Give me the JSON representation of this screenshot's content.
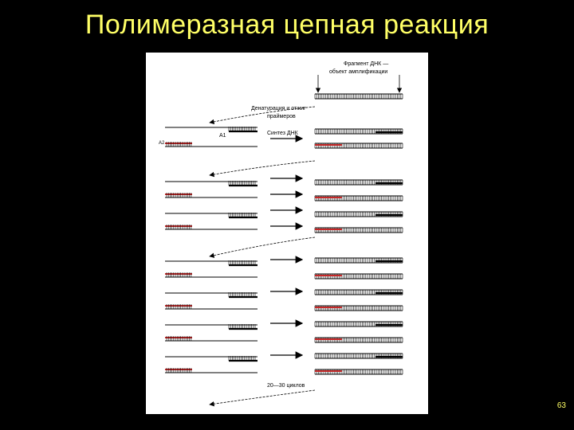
{
  "slide": {
    "title": "Полимеразная  цепная реакция",
    "page_number": "63"
  },
  "figure": {
    "label_fragment": "Фрагмент ДНК —",
    "label_fragment2": "объект амплификации",
    "label_denat": "Денатурация и отжиг",
    "label_denat2": "праймеров",
    "label_synth": "Синтез ДНК",
    "label_primer_a1": "A1",
    "label_primer_a2": "A2",
    "label_cycles": "20—30 циклов",
    "colors": {
      "primer": "#c62828",
      "strand": "#000000",
      "background": "#ffffff"
    }
  }
}
